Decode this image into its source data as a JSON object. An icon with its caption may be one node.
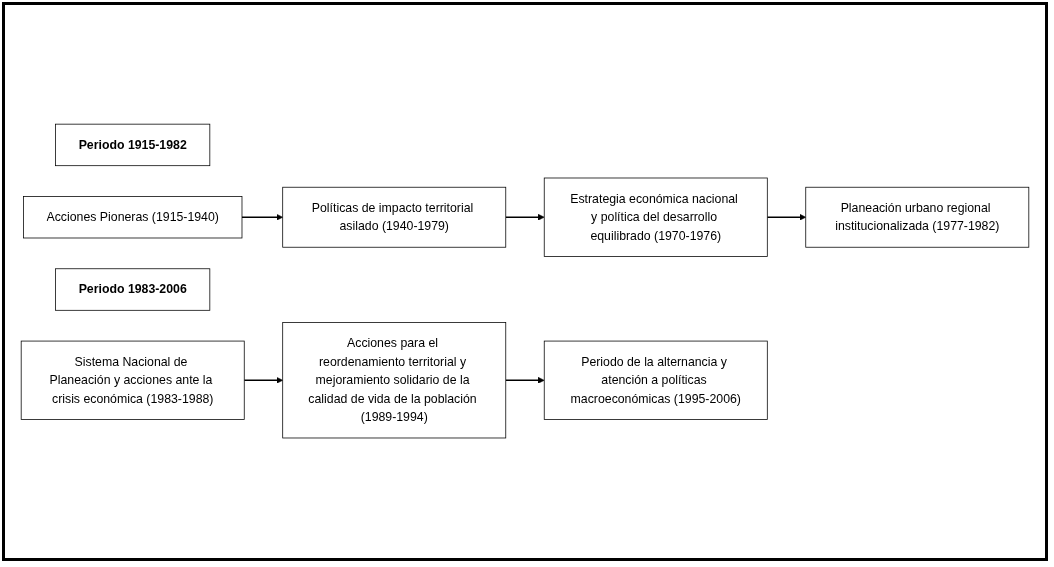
{
  "diagram": {
    "nodes": [
      {
        "text": [
          "Periodo 1915-1982"
        ]
      },
      {
        "text": [
          "Políticas de impacto territorial asilado (1940-1979)"
        ]
      },
      {
        "text": [
          "Estrategia económica nacional y política del desarrollo equilibrado (1970-1976)"
        ]
      },
      {
        "text": [
          "Acciones Pioneras (1915-1940)"
        ]
      },
      {
        "text": [
          "Planeación urbano regional institucionalizada (1977-1982)"
        ]
      },
      {
        "text": [
          "Periodo 1983-2006"
        ]
      },
      {
        "text": [
          "Sistema Nacional de Planeación y acciones ante la crisis económica (1983-1988)"
        ]
      },
      {
        "text": [
          "Periodo de la alternancia y atención a políticas macroeconómicas (1995-2006)"
        ]
      },
      {
        "text": [
          "Acciones para el reordenamiento territorial y mejoramiento solidario de la calidad de vida de la población (1989-1994)"
        ]
      }
    ],
    "edges": [
      {
        "from": 3,
        "to": 1,
        "arrow": "to"
      },
      {
        "from": 1,
        "to": 2,
        "arrow": "to"
      },
      {
        "from": 2,
        "to": 4,
        "arrow": "to"
      },
      {
        "from": 6,
        "to": 8,
        "arrow": "to"
      },
      {
        "from": 8,
        "to": 7,
        "arrow": "to"
      }
    ]
  }
}
